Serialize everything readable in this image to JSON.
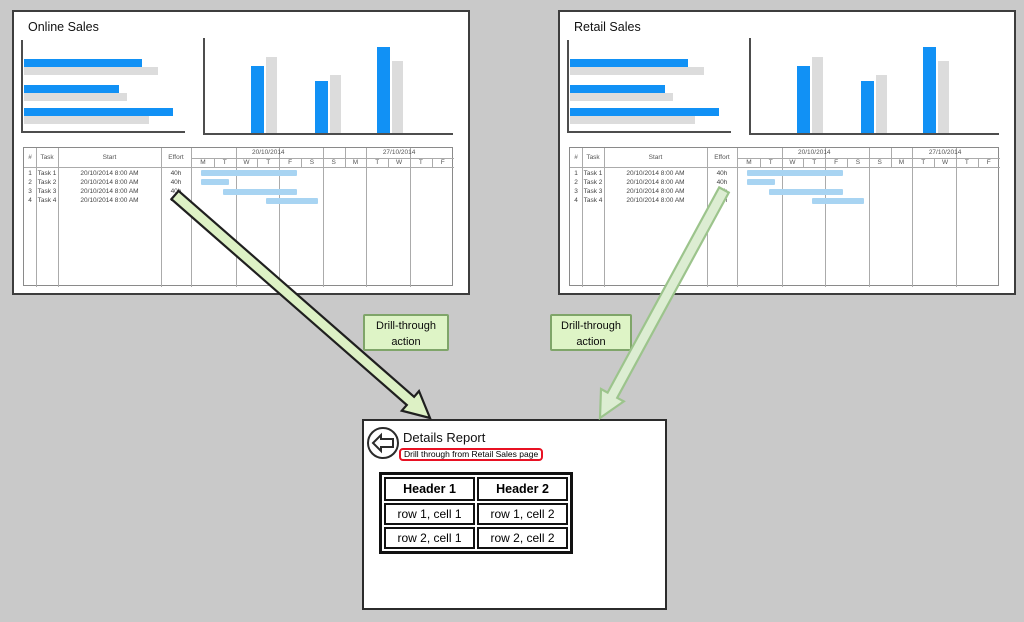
{
  "canvas": {
    "background": "#C9C9C9"
  },
  "panels": [
    {
      "title": "Online Sales"
    },
    {
      "title": "Retail Sales"
    }
  ],
  "chart_data": [
    {
      "type": "bar",
      "orientation": "horizontal",
      "location": "left chart inside both dashboard panels",
      "categories": [
        "group 1",
        "group 2",
        "group 3"
      ],
      "series": [
        {
          "name": "primary (blue)",
          "color": "#1191F5",
          "values": [
            0.78,
            0.63,
            0.99
          ]
        },
        {
          "name": "comparison (gray)",
          "color": "#DCDCDC",
          "values": [
            0.89,
            0.68,
            0.83
          ]
        }
      ],
      "value_range": [
        0,
        1
      ],
      "axes_labeled": false,
      "grid": false,
      "legend": false
    },
    {
      "type": "bar",
      "orientation": "vertical",
      "location": "right chart inside both dashboard panels",
      "categories": [
        "group 1",
        "group 2",
        "group 3"
      ],
      "series": [
        {
          "name": "primary (blue)",
          "color": "#1191F5",
          "values": [
            0.72,
            0.56,
            0.92
          ]
        },
        {
          "name": "comparison (gray)",
          "color": "#DCDCDC",
          "values": [
            0.82,
            0.62,
            0.77
          ]
        }
      ],
      "value_range": [
        0,
        1
      ],
      "axes_labeled": false,
      "grid": false,
      "legend": false
    }
  ],
  "gantt": {
    "columns": [
      "#",
      "Task",
      "Start",
      "Effort"
    ],
    "weeks": [
      {
        "date": "20/10/2014",
        "days": [
          "M",
          "T",
          "W",
          "T",
          "F",
          "S",
          "S"
        ]
      },
      {
        "date": "27/10/2014",
        "days": [
          "M",
          "T",
          "W",
          "T",
          "F"
        ]
      }
    ],
    "tasks": [
      {
        "num": "1",
        "name": "Task 1",
        "start": "20/10/2014 8:00 AM",
        "effort": "40h",
        "bar_days": [
          0.4,
          4.8
        ]
      },
      {
        "num": "2",
        "name": "Task 2",
        "start": "20/10/2014 8:00 AM",
        "effort": "40h",
        "bar_days": [
          0.4,
          1.7
        ]
      },
      {
        "num": "3",
        "name": "Task 3",
        "start": "20/10/2014 8:00 AM",
        "effort": "40h",
        "bar_days": [
          1.4,
          4.8
        ]
      },
      {
        "num": "4",
        "name": "Task 4",
        "start": "20/10/2014 8:00 AM",
        "effort": "40h",
        "bar_days": [
          3.4,
          5.8
        ]
      }
    ],
    "bar_color": "#A8D4F2"
  },
  "drill_labels": [
    {
      "text": "Drill-through action"
    },
    {
      "text": "Drill-through action"
    }
  ],
  "details": {
    "title": "Details Report",
    "note": "Drill through from Retail Sales page",
    "back_icon": "back-arrow-icon",
    "table": {
      "headers": [
        "Header 1",
        "Header 2"
      ],
      "rows": [
        [
          "row 1, cell 1",
          "row 1, cell 2"
        ],
        [
          "row 2, cell 1",
          "row 2, cell 2"
        ]
      ]
    }
  },
  "colors": {
    "accent_blue": "#1191F5",
    "bar_gray": "#DCDCDC",
    "gantt_bar": "#A8D4F2",
    "arrow_fill": "#DDF1C5",
    "arrow_outline_dark": "#1F1F1F",
    "arrow_outline_green": "#9CC48C",
    "label_bg": "#DEF4C6",
    "label_border": "#7FA569",
    "note_red": "#E81123"
  }
}
